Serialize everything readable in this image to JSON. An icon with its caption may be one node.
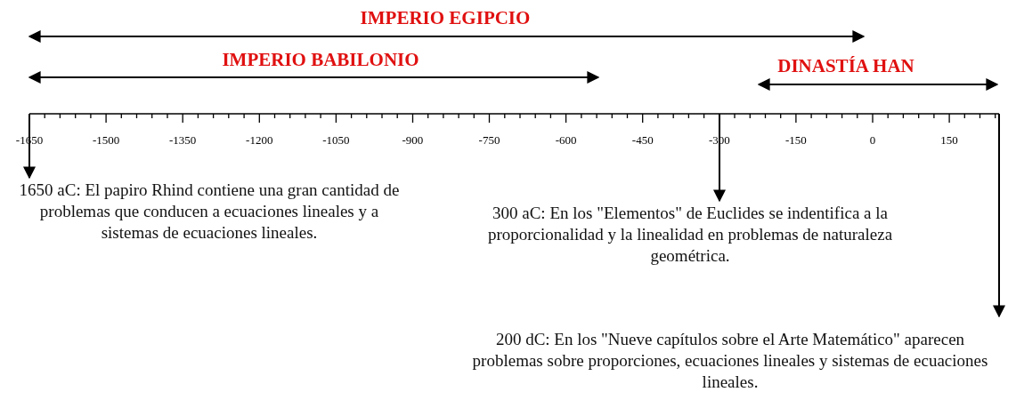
{
  "diagram": {
    "nodes": [
      {
        "text": [
          "1650 aC: El papiro Rhind contiene una gran cantidad de problemas que conducen a ecuaciones lineales y a sistemas de ecuaciones lineales."
        ]
      },
      {
        "text": [
          "300 aC: En los \"Elementos\" de Euclides se indentifica a la proporcionalidad y la linealidad en problemas de naturaleza geométrica."
        ]
      },
      {
        "text": [
          "200 dC: En los \"Nueve capítulos sobre el Arte Matemático\" aparecen problemas sobre proporciones, ecuaciones lineales y sistemas de ecuaciones lineales."
        ]
      }
    ],
    "edges": [
      {
        "from": null,
        "to": 0,
        "arrow": "to"
      },
      {
        "from": null,
        "to": 1,
        "arrow": "to"
      },
      {
        "from": null,
        "to": 2,
        "arrow": "to"
      }
    ],
    "labels": [
      "IMPERIO EGIPCIO",
      "IMPERIO BABILONIO",
      "DINASTÍA HAN",
      "-1650",
      "-1500",
      "-1350",
      "-1200",
      "-1050",
      "-900",
      "-750",
      "-600",
      "-450",
      "-300",
      "-150",
      "0",
      "150"
    ]
  }
}
